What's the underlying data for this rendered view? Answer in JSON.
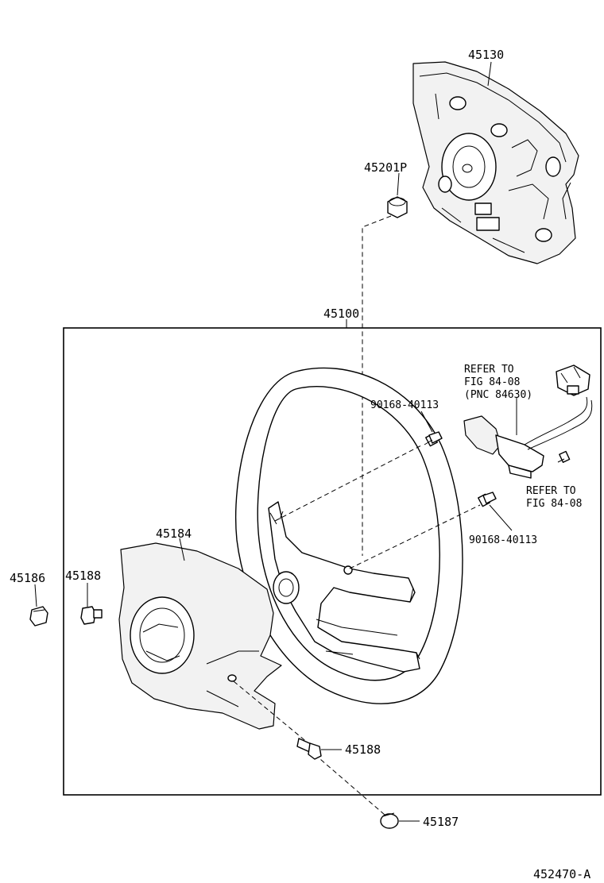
{
  "diagram": {
    "part_labels": {
      "horn_pad": "45130",
      "nut": "45201P",
      "wheel_assy": "45100",
      "bolt_upper": "90168-40113",
      "bolt_lower": "90168-40113",
      "cover": "45184",
      "clip_left": "45186",
      "screw_left": "45188",
      "screw_bottom": "45188",
      "cap": "45187"
    },
    "refer_upper": {
      "line1": "REFER TO",
      "line2": "FIG 84-08",
      "line3": "(PNC 84630)"
    },
    "refer_lower": {
      "line1": "REFER TO",
      "line2": "FIG 84-08"
    },
    "figure_code": "452470-A"
  }
}
